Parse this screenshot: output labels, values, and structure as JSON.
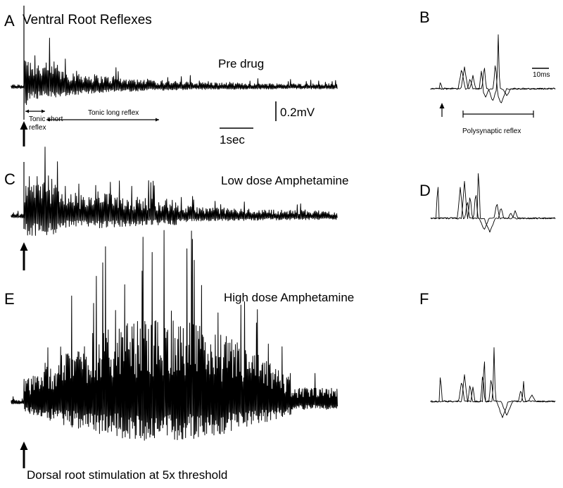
{
  "title": "Ventral Root Reflexes",
  "panels": {
    "A": {
      "letter": "A",
      "condition": "Pre drug"
    },
    "B": {
      "letter": "B"
    },
    "C": {
      "letter": "C",
      "condition": "Low dose Amphetamine"
    },
    "D": {
      "letter": "D"
    },
    "E": {
      "letter": "E",
      "condition": "High dose Amphetamine"
    },
    "F": {
      "letter": "F"
    }
  },
  "annotations": {
    "tonic_short_line1": "Tonic short",
    "tonic_short_line2": "reflex",
    "tonic_long": "Tonic long reflex",
    "polysynaptic": "Polysynaptic reflex"
  },
  "scale_bars": {
    "voltage": "0.2mV",
    "time_long": "1sec",
    "time_short": "10ms"
  },
  "footer": "Dorsal root stimulation at 5x threshold"
}
